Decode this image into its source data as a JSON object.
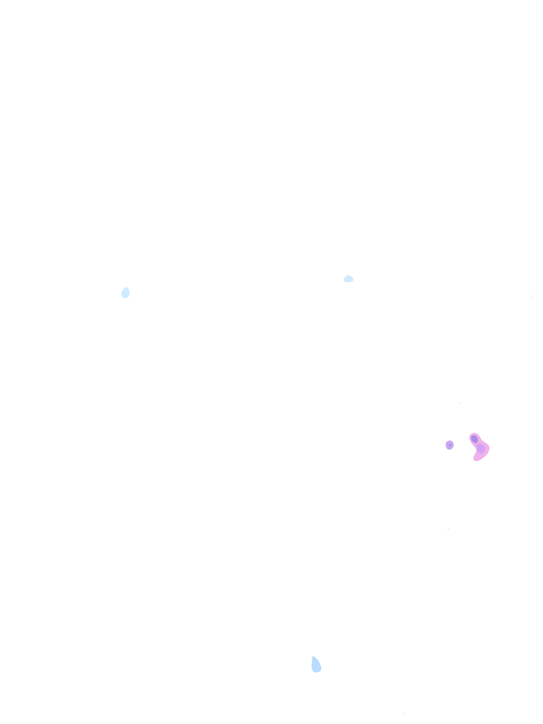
{
  "page": {
    "background_color": "#ffffff"
  },
  "colors": {
    "light_blue": "#cfe9ff",
    "mid_blue": "#b9dcff",
    "violet": "#a98ce6",
    "magenta": "#d6a3f2",
    "pink": "#efb2ec",
    "speck": "#e3e8f0"
  },
  "elements": {
    "blob_1": {
      "icon": "light-blue-blob"
    },
    "blob_2": {
      "icon": "light-blue-blob"
    },
    "blob_3": {
      "icon": "light-blue-blob"
    },
    "blob_4": {
      "icon": "small-violet-blob"
    },
    "blob_5": {
      "icon": "violet-magenta-blob"
    }
  }
}
